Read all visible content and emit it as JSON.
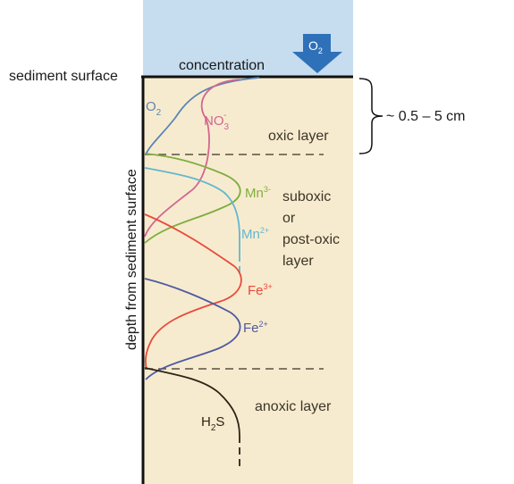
{
  "header": {
    "concentration_label": "concentration",
    "sediment_surface_label": "sediment surface",
    "o2_arrow_label": "O",
    "o2_arrow_subscript": "2"
  },
  "axis": {
    "depth_label": "depth from sediment surface"
  },
  "layers": {
    "oxic": "oxic layer",
    "suboxic": [
      "suboxic",
      "or",
      "post-oxic",
      "layer"
    ],
    "anoxic": "anoxic layer"
  },
  "brace": {
    "label": "~ 0.5 – 5 cm"
  },
  "species": {
    "o2": {
      "base": "O",
      "sub": "2",
      "sup": ""
    },
    "no3": {
      "base": "NO",
      "sub": "3",
      "sup": "-"
    },
    "mn3": {
      "base": "Mn",
      "sub": "",
      "sup": "3-"
    },
    "mn2": {
      "base": "Mn",
      "sub": "",
      "sup": "2+"
    },
    "fe3": {
      "base": "Fe",
      "sub": "",
      "sup": "3+"
    },
    "fe2": {
      "base": "Fe",
      "sub": "",
      "sup": "2+"
    },
    "h2s": {
      "base": "H",
      "sub": "2",
      "sup": "",
      "tail": "S"
    }
  },
  "colors": {
    "water": "#c6dcef",
    "sediment": "#f7ebcf",
    "arrow": "#2f71b8",
    "o2": "#5a86b4",
    "no3": "#d2668f",
    "mn3": "#7fae3f",
    "mn2": "#62b7cf",
    "fe3": "#e8493a",
    "fe2": "#4f5aa1",
    "h2s": "#2b2417",
    "layer_text": "#3c3528"
  }
}
